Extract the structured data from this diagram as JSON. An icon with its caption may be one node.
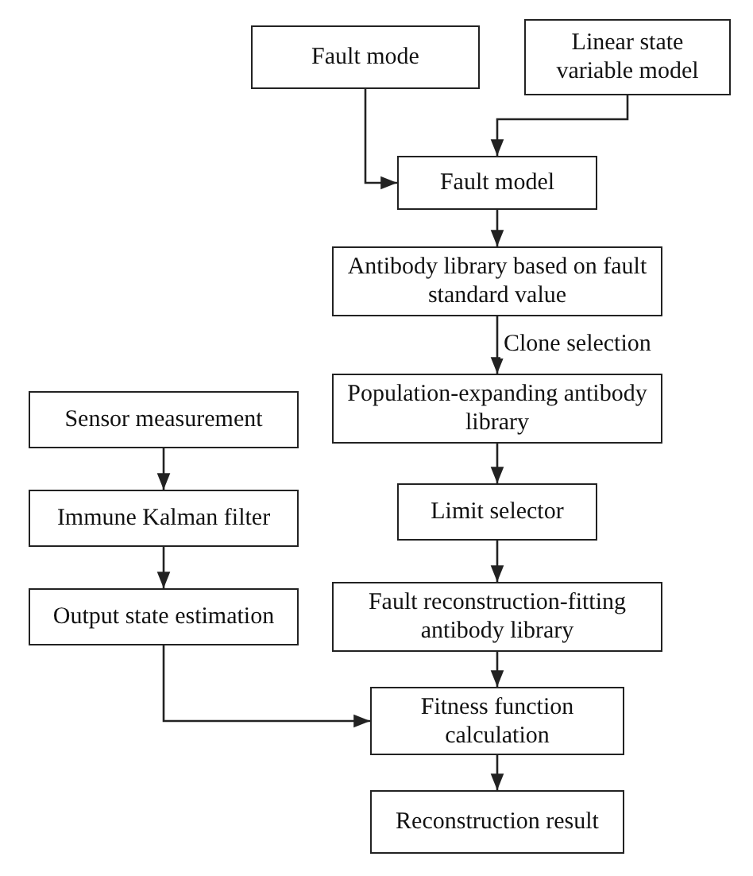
{
  "diagram": {
    "nodes": [
      {
        "text": [
          "Fault mode"
        ]
      },
      {
        "text": [
          "Linear state variable model"
        ]
      },
      {
        "text": [
          "Fault model"
        ]
      },
      {
        "text": [
          "Antibody library based on fault standard value"
        ]
      },
      {
        "text": [
          "Population-expanding antibody library"
        ]
      },
      {
        "text": [
          "Limit selector"
        ]
      },
      {
        "text": [
          "Fault reconstruction-fitting antibody library"
        ]
      },
      {
        "text": [
          "Sensor measurement"
        ]
      },
      {
        "text": [
          "Immune Kalman filter"
        ]
      },
      {
        "text": [
          "Output state estimation"
        ]
      },
      {
        "text": [
          "Fitness function calculation"
        ]
      },
      {
        "text": [
          "Reconstruction result"
        ]
      }
    ],
    "edges": [
      {
        "from": 0,
        "to": 2,
        "arrow": "to"
      },
      {
        "from": 1,
        "to": 2,
        "arrow": "to"
      },
      {
        "from": 2,
        "to": 3,
        "arrow": "to"
      },
      {
        "from": 3,
        "to": 4,
        "arrow": "to",
        "label": "Clone selection"
      },
      {
        "from": 4,
        "to": 5,
        "arrow": "to"
      },
      {
        "from": 5,
        "to": 6,
        "arrow": "to"
      },
      {
        "from": 6,
        "to": 10,
        "arrow": "to"
      },
      {
        "from": 7,
        "to": 8,
        "arrow": "to"
      },
      {
        "from": 8,
        "to": 9,
        "arrow": "to"
      },
      {
        "from": 9,
        "to": 10,
        "arrow": "to"
      },
      {
        "from": 10,
        "to": 11,
        "arrow": "to"
      }
    ]
  }
}
